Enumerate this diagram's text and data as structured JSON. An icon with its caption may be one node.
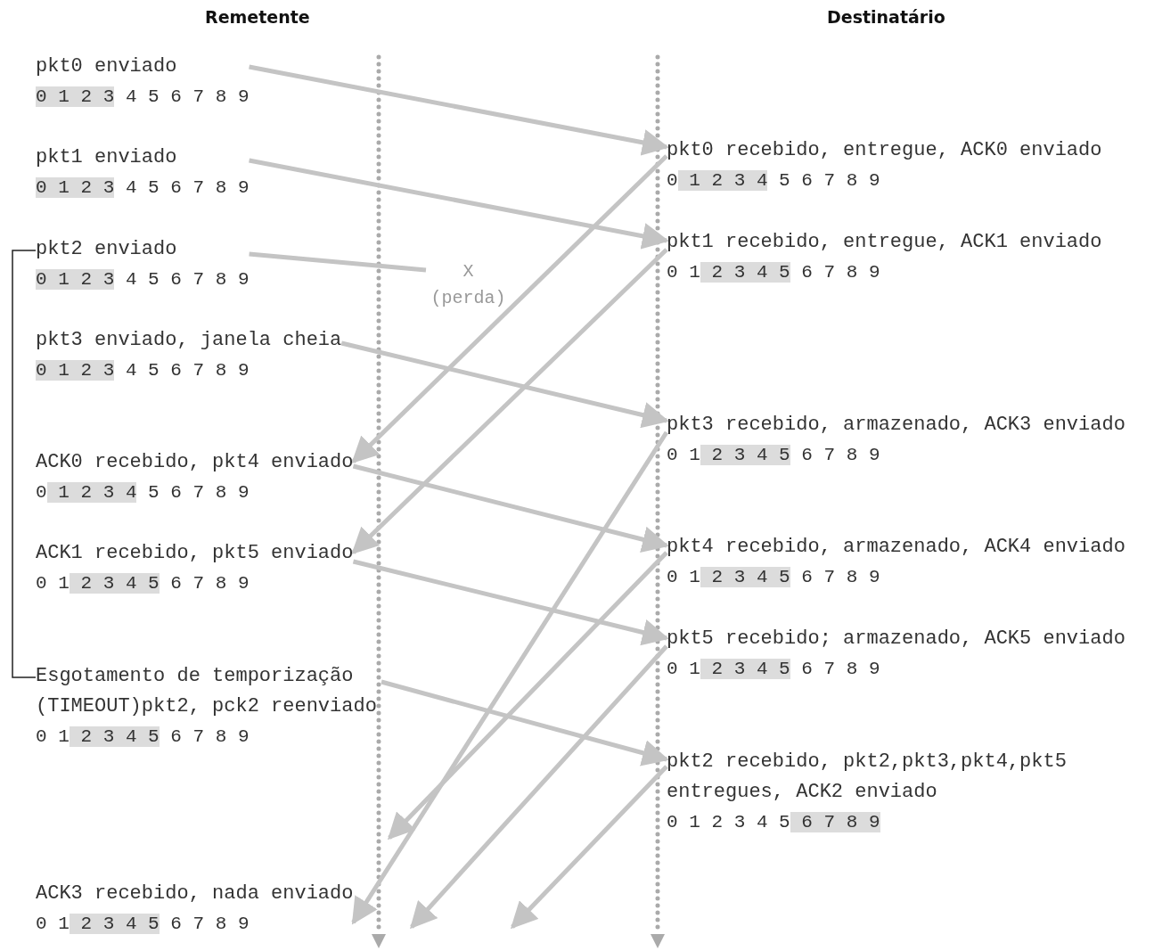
{
  "diagram": {
    "nodes": [
      {
        "text": [
          "pkt0 enviado",
          "0 1 2 3 4 5 6 7 8 9"
        ]
      },
      {
        "text": [
          "pkt0 recebido, entregue, ACK0 enviado",
          "0 1 2 3 4 5 6 7 8 9"
        ]
      },
      {
        "text": [
          "pkt1 enviado",
          "0 1 2 3 4 5 6 7 8 9"
        ]
      },
      {
        "text": [
          "pkt1 recebido, entregue, ACK1 enviado",
          "0 1 2 3 4 5 6 7 8 9"
        ]
      },
      {
        "text": [
          "pkt2 enviado",
          "0 1 2 3 4 5 6 7 8 9"
        ]
      },
      {
        "text": [
          "X"
        ],
        "beside": [
          "(perda)"
        ]
      },
      {
        "text": [
          "pkt3 enviado, janela cheia",
          "0 1 2 3 4 5 6 7 8 9"
        ]
      },
      {
        "text": [
          "pkt3 recebido, armazenado, ACK3 enviado",
          "0 1 2 3 4 5 6 7 8 9"
        ]
      },
      {
        "text": [
          "ACK0 recebido, pkt4 enviado",
          "0 1 2 3 4 5 6 7 8 9"
        ]
      },
      {
        "text": [
          "pkt4 recebido, armazenado, ACK4 enviado",
          "0 1 2 3 4 5 6 7 8 9"
        ]
      },
      {
        "text": [
          "ACK1 recebido, pkt5 enviado",
          "0 1 2 3 4 5 6 7 8 9"
        ]
      },
      {
        "text": [
          "pkt5 recebido; armazenado, ACK5 enviado",
          "0 1 2 3 4 5 6 7 8 9"
        ]
      },
      {
        "text": [
          "Esgotamento de temporização (TIMEOUT)pkt2, pck2 reenviado",
          "0 1 2 3 4 5 6 7 8 9"
        ]
      },
      {
        "text": [
          "pkt2 recebido, pkt2,pkt3,pkt4,pkt5 entregues, ACK2 enviado",
          "0 1 2 3 4 5 6 7 8 9"
        ]
      },
      {
        "text": [
          "ACK3 recebido, nada enviado",
          "0 1 2 3 4 5 6 7 8 9"
        ]
      }
    ],
    "edges": [
      {
        "from": 0,
        "to": 1,
        "arrow": "to"
      },
      {
        "from": 2,
        "to": 3,
        "arrow": "to"
      },
      {
        "from": 4,
        "to": 5,
        "arrow": "none"
      },
      {
        "from": 6,
        "to": 7,
        "arrow": "to"
      },
      {
        "from": 1,
        "to": 8,
        "arrow": "to"
      },
      {
        "from": 3,
        "to": 10,
        "arrow": "to"
      },
      {
        "from": 8,
        "to": 9,
        "arrow": "to"
      },
      {
        "from": 10,
        "to": 11,
        "arrow": "to"
      },
      {
        "from": 12,
        "to": 13,
        "arrow": "to"
      },
      {
        "from": 7,
        "to": 14,
        "arrow": "to"
      },
      {
        "from": 9,
        "to": null,
        "arrow": "to"
      },
      {
        "from": 11,
        "to": null,
        "arrow": "to"
      },
      {
        "from": 13,
        "to": null,
        "arrow": "to"
      }
    ],
    "labels": [
      "Remetente",
      "Destinatário"
    ]
  }
}
